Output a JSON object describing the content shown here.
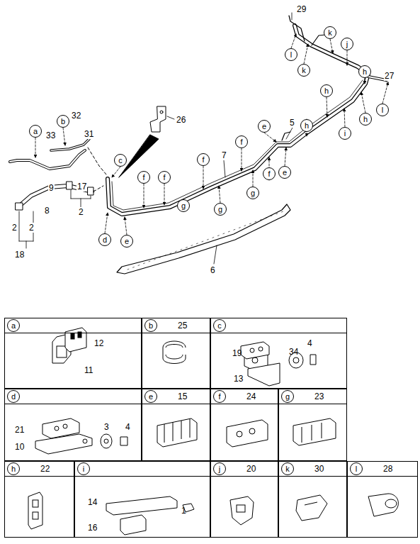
{
  "diagram": {
    "nodes": [
      {
        "text": [
          "a"
        ]
      },
      {
        "text": [
          "b"
        ]
      },
      {
        "text": [
          "c"
        ]
      },
      {
        "text": [
          "d"
        ]
      },
      {
        "text": [
          "e"
        ]
      },
      {
        "text": [
          "f"
        ]
      },
      {
        "text": [
          "f"
        ]
      },
      {
        "text": [
          "g"
        ]
      },
      {
        "text": [
          "f"
        ]
      },
      {
        "text": [
          "g"
        ]
      },
      {
        "text": [
          "f"
        ]
      },
      {
        "text": [
          "g"
        ]
      },
      {
        "text": [
          "e"
        ]
      },
      {
        "text": [
          "f"
        ]
      },
      {
        "text": [
          "e"
        ]
      },
      {
        "text": [
          "l"
        ]
      },
      {
        "text": [
          "k"
        ]
      },
      {
        "text": [
          "h"
        ]
      },
      {
        "text": [
          "h"
        ]
      },
      {
        "text": [
          "k"
        ]
      },
      {
        "text": [
          "i"
        ]
      },
      {
        "text": [
          "j"
        ]
      },
      {
        "text": [
          "h"
        ]
      },
      {
        "text": [
          "h"
        ]
      },
      {
        "text": [
          "l"
        ]
      },
      {
        "text": [
          "12",
          "11"
        ]
      },
      {
        "text": [
          "a"
        ],
        "in": 25
      },
      {
        "text": [
          "25"
        ]
      },
      {
        "text": [
          "b"
        ],
        "in": 27
      },
      {
        "text": [
          "19",
          "34",
          "4",
          "13"
        ]
      },
      {
        "text": [
          "c"
        ],
        "in": 29
      },
      {
        "text": [
          "21",
          "3",
          "4",
          "10"
        ]
      },
      {
        "text": [
          "d"
        ],
        "in": 31
      },
      {
        "text": [
          "15"
        ]
      },
      {
        "text": [
          "e"
        ],
        "in": 33
      },
      {
        "text": [
          "24"
        ]
      },
      {
        "text": [
          "f"
        ],
        "in": 35
      },
      {
        "text": [
          "23"
        ]
      },
      {
        "text": [
          "g"
        ],
        "in": 37
      },
      {
        "text": [
          "22"
        ]
      },
      {
        "text": [
          "h"
        ],
        "in": 39
      },
      {
        "text": [
          "14",
          "1",
          "16"
        ]
      },
      {
        "text": [
          "i"
        ],
        "in": 41
      },
      {
        "text": [
          "20"
        ]
      },
      {
        "text": [
          "j"
        ],
        "in": 43
      },
      {
        "text": [
          "30"
        ]
      },
      {
        "text": [
          "k"
        ],
        "in": 45
      },
      {
        "text": [
          "28"
        ]
      },
      {
        "text": [
          "l"
        ],
        "in": 47
      }
    ],
    "labels": [
      "29",
      "27",
      "5",
      "7",
      "6",
      "26",
      "33",
      "32",
      "31",
      "9",
      "17",
      "2",
      "8",
      "2",
      "2",
      "18"
    ]
  }
}
